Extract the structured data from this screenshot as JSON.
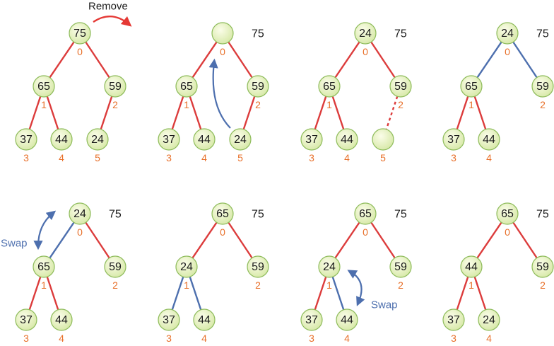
{
  "colors": {
    "edge_red": "#dc3c3c",
    "edge_blue": "#4d6fae",
    "arrow_red": "#e53935",
    "arrow_blue": "#4d6fae",
    "index_orange": "#e8702a",
    "node_border": "#8dbb5a"
  },
  "annotations": {
    "remove_label": "Remove",
    "swap_label": "Swap"
  },
  "panels": [
    {
      "id": "step-1",
      "removed": "",
      "nodes": [
        {
          "slot": 0,
          "value": "75",
          "index": "0"
        },
        {
          "slot": 1,
          "value": "65",
          "index": "1"
        },
        {
          "slot": 2,
          "value": "59",
          "index": "2"
        },
        {
          "slot": 3,
          "value": "37",
          "index": "3"
        },
        {
          "slot": 4,
          "value": "44",
          "index": "4"
        },
        {
          "slot": 5,
          "value": "24",
          "index": "5"
        }
      ],
      "edges": [
        {
          "from": 0,
          "to": 1,
          "color": "red"
        },
        {
          "from": 0,
          "to": 2,
          "color": "red"
        },
        {
          "from": 1,
          "to": 3,
          "color": "red"
        },
        {
          "from": 1,
          "to": 4,
          "color": "red"
        },
        {
          "from": 2,
          "to": 5,
          "color": "red"
        }
      ],
      "arrow": "remove"
    },
    {
      "id": "step-2",
      "removed": "75",
      "nodes": [
        {
          "slot": 0,
          "value": "",
          "index": "0"
        },
        {
          "slot": 1,
          "value": "65",
          "index": "1"
        },
        {
          "slot": 2,
          "value": "59",
          "index": "2"
        },
        {
          "slot": 3,
          "value": "37",
          "index": "3"
        },
        {
          "slot": 4,
          "value": "44",
          "index": "4"
        },
        {
          "slot": 5,
          "value": "24",
          "index": "5"
        }
      ],
      "edges": [
        {
          "from": 0,
          "to": 1,
          "color": "red"
        },
        {
          "from": 0,
          "to": 2,
          "color": "red"
        },
        {
          "from": 1,
          "to": 3,
          "color": "red"
        },
        {
          "from": 1,
          "to": 4,
          "color": "red"
        },
        {
          "from": 2,
          "to": 5,
          "color": "red"
        }
      ],
      "arrow": "move-up"
    },
    {
      "id": "step-3",
      "removed": "75",
      "nodes": [
        {
          "slot": 0,
          "value": "24",
          "index": "0"
        },
        {
          "slot": 1,
          "value": "65",
          "index": "1"
        },
        {
          "slot": 2,
          "value": "59",
          "index": "2"
        },
        {
          "slot": 3,
          "value": "37",
          "index": "3"
        },
        {
          "slot": 4,
          "value": "44",
          "index": "4"
        },
        {
          "slot": 5,
          "value": "",
          "index": "5"
        }
      ],
      "edges": [
        {
          "from": 0,
          "to": 1,
          "color": "red"
        },
        {
          "from": 0,
          "to": 2,
          "color": "red"
        },
        {
          "from": 1,
          "to": 3,
          "color": "red"
        },
        {
          "from": 1,
          "to": 4,
          "color": "red"
        },
        {
          "from": 2,
          "to": 5,
          "color": "red",
          "dashed": true
        }
      ],
      "arrow": ""
    },
    {
      "id": "step-4",
      "removed": "75",
      "nodes": [
        {
          "slot": 0,
          "value": "24",
          "index": "0"
        },
        {
          "slot": 1,
          "value": "65",
          "index": "1"
        },
        {
          "slot": 2,
          "value": "59",
          "index": "2"
        },
        {
          "slot": 3,
          "value": "37",
          "index": "3"
        },
        {
          "slot": 4,
          "value": "44",
          "index": "4"
        }
      ],
      "edges": [
        {
          "from": 0,
          "to": 1,
          "color": "blue"
        },
        {
          "from": 0,
          "to": 2,
          "color": "blue"
        },
        {
          "from": 1,
          "to": 3,
          "color": "red"
        },
        {
          "from": 1,
          "to": 4,
          "color": "red"
        }
      ],
      "arrow": ""
    },
    {
      "id": "step-5",
      "removed": "75",
      "nodes": [
        {
          "slot": 0,
          "value": "24",
          "index": "0"
        },
        {
          "slot": 1,
          "value": "65",
          "index": "1"
        },
        {
          "slot": 2,
          "value": "59",
          "index": "2"
        },
        {
          "slot": 3,
          "value": "37",
          "index": "3"
        },
        {
          "slot": 4,
          "value": "44",
          "index": "4"
        }
      ],
      "edges": [
        {
          "from": 0,
          "to": 1,
          "color": "blue"
        },
        {
          "from": 0,
          "to": 2,
          "color": "red"
        },
        {
          "from": 1,
          "to": 3,
          "color": "red"
        },
        {
          "from": 1,
          "to": 4,
          "color": "red"
        }
      ],
      "arrow": "swap-left"
    },
    {
      "id": "step-6",
      "removed": "75",
      "nodes": [
        {
          "slot": 0,
          "value": "65",
          "index": "0"
        },
        {
          "slot": 1,
          "value": "24",
          "index": "1"
        },
        {
          "slot": 2,
          "value": "59",
          "index": "2"
        },
        {
          "slot": 3,
          "value": "37",
          "index": "3"
        },
        {
          "slot": 4,
          "value": "44",
          "index": "4"
        }
      ],
      "edges": [
        {
          "from": 0,
          "to": 1,
          "color": "red"
        },
        {
          "from": 0,
          "to": 2,
          "color": "red"
        },
        {
          "from": 1,
          "to": 3,
          "color": "blue"
        },
        {
          "from": 1,
          "to": 4,
          "color": "blue"
        }
      ],
      "arrow": ""
    },
    {
      "id": "step-7",
      "removed": "75",
      "nodes": [
        {
          "slot": 0,
          "value": "65",
          "index": "0"
        },
        {
          "slot": 1,
          "value": "24",
          "index": "1"
        },
        {
          "slot": 2,
          "value": "59",
          "index": "2"
        },
        {
          "slot": 3,
          "value": "37",
          "index": "3"
        },
        {
          "slot": 4,
          "value": "44",
          "index": "4"
        }
      ],
      "edges": [
        {
          "from": 0,
          "to": 1,
          "color": "red"
        },
        {
          "from": 0,
          "to": 2,
          "color": "red"
        },
        {
          "from": 1,
          "to": 3,
          "color": "red"
        },
        {
          "from": 1,
          "to": 4,
          "color": "blue"
        }
      ],
      "arrow": "swap-right"
    },
    {
      "id": "step-8",
      "removed": "75",
      "nodes": [
        {
          "slot": 0,
          "value": "65",
          "index": "0"
        },
        {
          "slot": 1,
          "value": "44",
          "index": "1"
        },
        {
          "slot": 2,
          "value": "59",
          "index": "2"
        },
        {
          "slot": 3,
          "value": "37",
          "index": "3"
        },
        {
          "slot": 4,
          "value": "24",
          "index": "4"
        }
      ],
      "edges": [
        {
          "from": 0,
          "to": 1,
          "color": "red"
        },
        {
          "from": 0,
          "to": 2,
          "color": "red"
        },
        {
          "from": 1,
          "to": 3,
          "color": "red"
        },
        {
          "from": 1,
          "to": 4,
          "color": "red"
        }
      ],
      "arrow": ""
    }
  ]
}
